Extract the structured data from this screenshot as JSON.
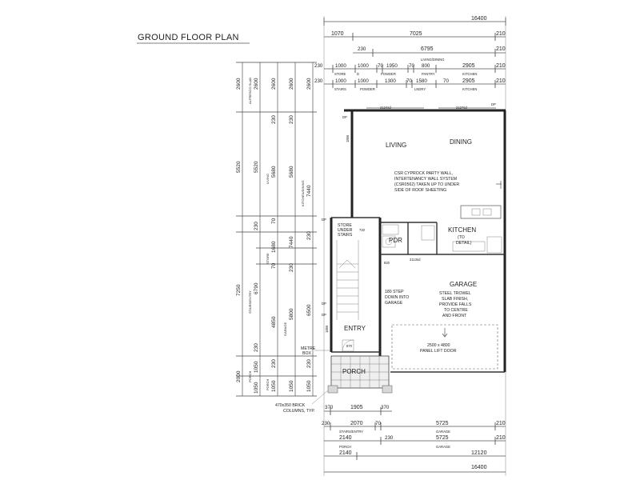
{
  "title": "GROUND FLOOR PLAN",
  "rooms": {
    "living": "LIVING",
    "dining": "DINING",
    "kitchen": "KITCHEN",
    "kitchen_note_1": "(TO",
    "kitchen_note_2": "DETAIL)",
    "pdr": "PDR",
    "garage": "GARAGE",
    "entry": "ENTRY",
    "porch": "PORCH",
    "store": "STORE",
    "store_under": "UNDER",
    "store_stairs": "STAIRS"
  },
  "notes": {
    "party_wall": [
      "CSR CYPROCK PARTY WALL,",
      "INTERTENANCY WALL SYSTEM",
      "(CSR0562) TAKEN UP TO UNDER",
      "SIDE OF ROOF SHEETING"
    ],
    "garage": [
      "STEEL TROWEL",
      "SLAB FINISH,",
      "PROVIDE FALLS",
      "TO CENTRE",
      "AND FRONT"
    ],
    "step": [
      "180 STEP",
      "DOWN INTO",
      "GARAGE"
    ],
    "garage_door": [
      "2500 x 4800",
      "PANEL LIFT DOOR"
    ],
    "columns": [
      "470x350 BRICK",
      "COLUMNS, TYP."
    ],
    "meter": [
      "METRE",
      "BOX"
    ]
  },
  "codes": {
    "dp": "DP",
    "ws": "W",
    "w_2124": "2124sd",
    "w_2127": "2127sd",
    "w_2113": "2113sd",
    "d820": "820",
    "d870": "870",
    "d720": "720",
    "dim1856": "1856",
    "dim1856b": "1856"
  },
  "top_dims": {
    "overall": "16400",
    "row1": [
      "1070",
      "7025",
      "210"
    ],
    "row2": [
      "230",
      "6795",
      "210"
    ],
    "row2_sub": "LIVING/DINING",
    "row3": [
      "230",
      "1000",
      "1000",
      "70",
      "1950",
      "70",
      "800",
      "2905",
      "210"
    ],
    "row3_sub": [
      "STORE",
      "D",
      "POWDER",
      "PANTRY",
      "KITCHEN"
    ],
    "row4": [
      "230",
      "1000",
      "1000",
      "1300",
      "70",
      "1580",
      "70",
      "2905",
      "210"
    ],
    "row4_sub": [
      "STAIRS",
      "POWDER",
      "LNDRY",
      "KITCHEN"
    ]
  },
  "bottom_dims": {
    "row1": [
      "370",
      "1905",
      "370"
    ],
    "row2": [
      "230",
      "2070",
      "70",
      "5725",
      "210"
    ],
    "row2_sub": [
      "STAIRS/ENTRY",
      "GARAGE"
    ],
    "row3": [
      "2140",
      "230",
      "5725",
      "210"
    ],
    "row4": [
      "2140",
      "12120"
    ],
    "row4_sub": [
      "PORCH",
      "GARAGE"
    ],
    "overall": "16400"
  },
  "left_dims": {
    "col1": [
      "2600",
      "5520",
      "7250",
      "2000"
    ],
    "col2": [
      "2600",
      "5520",
      "230",
      "6790",
      "230",
      "1050",
      "1050"
    ],
    "col3": [
      "2600",
      "230",
      "5680",
      "70",
      "1680",
      "70",
      "4850",
      "230",
      "1050"
    ],
    "col4": [
      "2600",
      "230",
      "5680",
      "7440",
      "230",
      "5800",
      "1050"
    ],
    "col5": [
      "2600",
      "7440",
      "230",
      "6500",
      "230",
      "1050"
    ],
    "col_sub": [
      "ALFRESCO SLAB",
      "LIVING",
      "STAIRS/ENTRY",
      "GARAGE",
      "PORCH",
      "KITCHEN/DINING",
      "PORCH",
      "STORE"
    ]
  }
}
